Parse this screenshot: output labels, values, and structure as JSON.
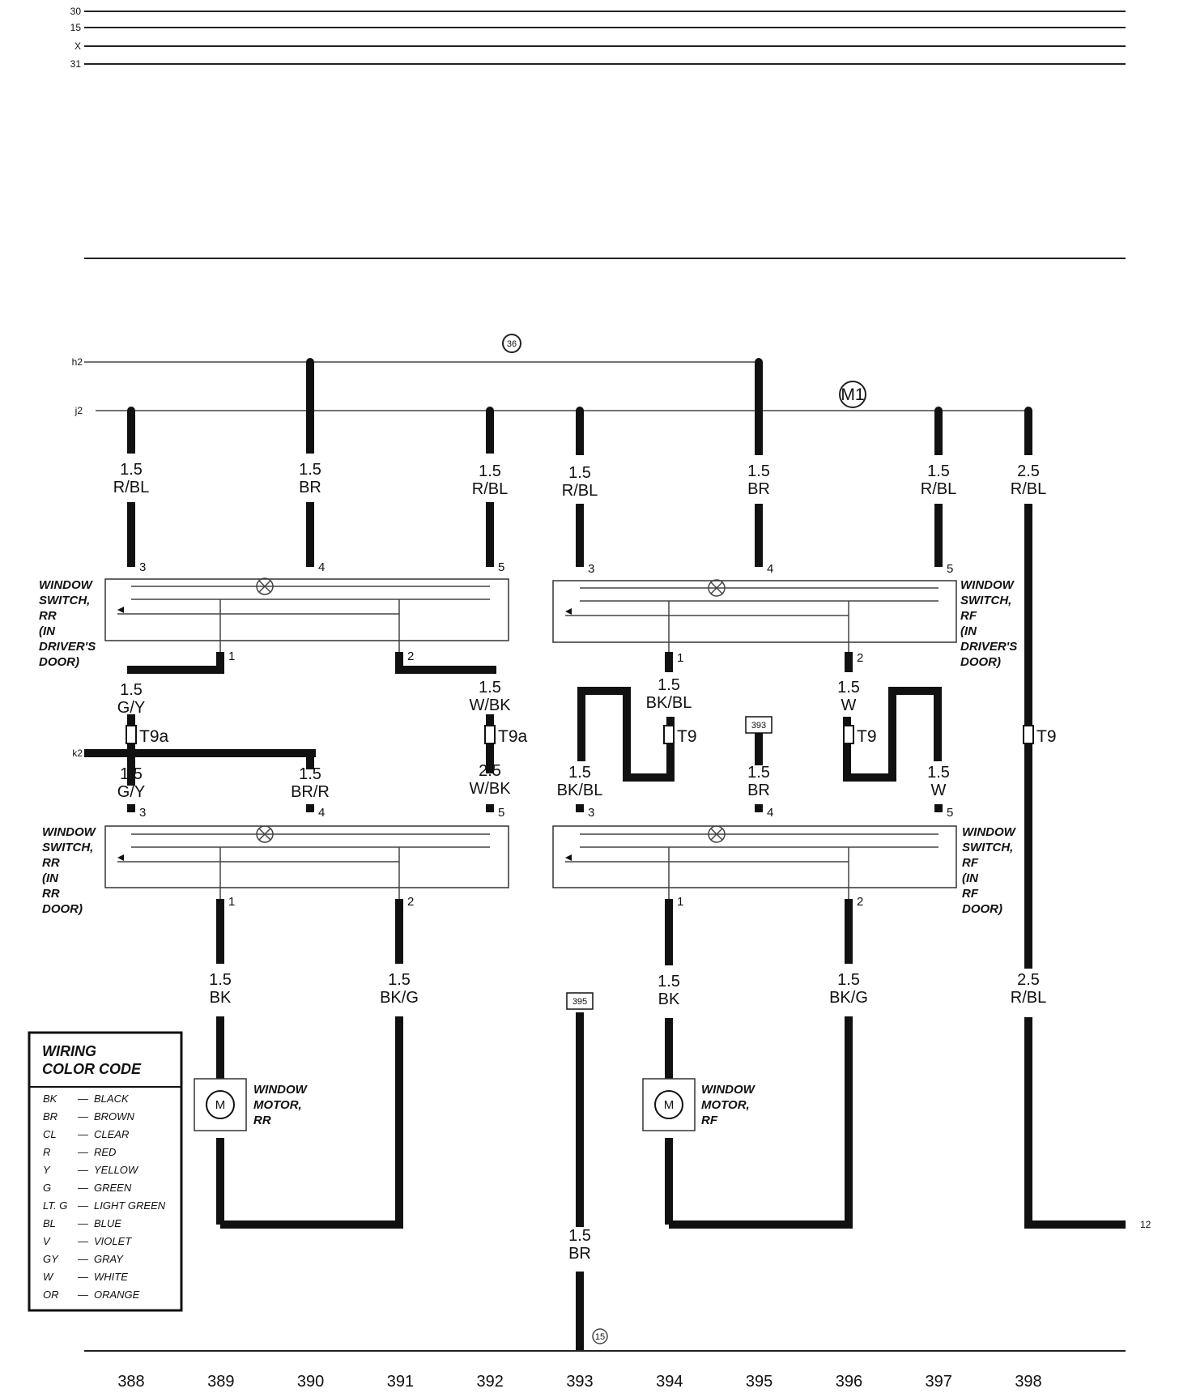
{
  "bus_labels": [
    "30",
    "15",
    "X",
    "31"
  ],
  "ground_refs": {
    "top": "36",
    "bottom": "15"
  },
  "marker": "M1",
  "line_labels": {
    "h": "h2",
    "j": "j2",
    "k": "k2",
    "ret": "12"
  },
  "wires": {
    "w388_top": [
      "1.5",
      "R/BL"
    ],
    "w390_top": [
      "1.5",
      "BR"
    ],
    "w392_top": [
      "1.5",
      "R/BL"
    ],
    "w393_top": [
      "1.5",
      "R/BL"
    ],
    "w395_top": [
      "1.5",
      "BR"
    ],
    "w397_top": [
      "1.5",
      "R/BL"
    ],
    "w398_top": [
      "2.5",
      "R/BL"
    ],
    "w388_mid": [
      "1.5",
      "G/Y"
    ],
    "w392_mid": [
      "1.5",
      "W/BK"
    ],
    "w394_mid": [
      "1.5",
      "BK/BL"
    ],
    "w396_mid": [
      "1.5",
      "W"
    ],
    "w388_low": [
      "1.5",
      "G/Y"
    ],
    "w390_low": [
      "1.5",
      "BR/R"
    ],
    "w392_low": [
      "2.5",
      "W/BK"
    ],
    "w393_low": [
      "1.5",
      "BK/BL"
    ],
    "w395_low": [
      "1.5",
      "BR"
    ],
    "w397_low": [
      "1.5",
      "W"
    ],
    "w389_bot": [
      "1.5",
      "BK"
    ],
    "w391_bot": [
      "1.5",
      "BK/G"
    ],
    "w394_bot": [
      "1.5",
      "BK"
    ],
    "w396_bot": [
      "1.5",
      "BK/G"
    ],
    "w398_bot": [
      "2.5",
      "R/BL"
    ],
    "w393_bot": [
      "1.5",
      "BR"
    ]
  },
  "pins": [
    "1",
    "2",
    "3",
    "4",
    "5"
  ],
  "connectors": {
    "t9a": "T9a",
    "t9": "T9"
  },
  "refs": {
    "r393": "393",
    "r395": "395"
  },
  "components": {
    "switch_rr_driver": [
      "WINDOW",
      "SWITCH,",
      "RR",
      "(IN",
      "DRIVER'S",
      "DOOR)"
    ],
    "switch_rf_driver": [
      "WINDOW",
      "SWITCH,",
      "RF",
      "(IN",
      "DRIVER'S",
      "DOOR)"
    ],
    "switch_rr_door": [
      "WINDOW",
      "SWITCH,",
      "RR",
      "(IN",
      "RR",
      "DOOR)"
    ],
    "switch_rf_door": [
      "WINDOW",
      "SWITCH,",
      "RF",
      "(IN",
      "RF",
      "DOOR)"
    ],
    "motor_rr": [
      "WINDOW",
      "MOTOR,",
      "RR"
    ],
    "motor_rf": [
      "WINDOW",
      "MOTOR,",
      "RF"
    ]
  },
  "motor_symbol": "M",
  "legend": {
    "title": [
      "WIRING",
      "COLOR CODE"
    ],
    "items": [
      {
        "code": "BK",
        "name": "BLACK"
      },
      {
        "code": "BR",
        "name": "BROWN"
      },
      {
        "code": "CL",
        "name": "CLEAR"
      },
      {
        "code": "R",
        "name": "RED"
      },
      {
        "code": "Y",
        "name": "YELLOW"
      },
      {
        "code": "G",
        "name": "GREEN"
      },
      {
        "code": "LT. G",
        "name": "LIGHT GREEN"
      },
      {
        "code": "BL",
        "name": "BLUE"
      },
      {
        "code": "V",
        "name": "VIOLET"
      },
      {
        "code": "GY",
        "name": "GRAY"
      },
      {
        "code": "W",
        "name": "WHITE"
      },
      {
        "code": "OR",
        "name": "ORANGE"
      }
    ]
  },
  "column_numbers": [
    "388",
    "389",
    "390",
    "391",
    "392",
    "393",
    "394",
    "395",
    "396",
    "397",
    "398"
  ]
}
